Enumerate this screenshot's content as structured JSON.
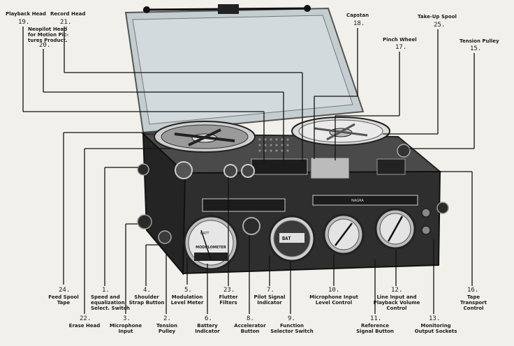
{
  "callouts": [
    {
      "id": "19",
      "number": "19.",
      "label": "Playback Head"
    },
    {
      "id": "21",
      "number": "21.",
      "label": "Record Head"
    },
    {
      "id": "20",
      "number": "20.",
      "label": "Neopilot Head\nfor Motion Pic-\ntures Product."
    },
    {
      "id": "18",
      "number": "18.",
      "label": "Capstan"
    },
    {
      "id": "25",
      "number": "25.",
      "label": "Take-Up Spool"
    },
    {
      "id": "17",
      "number": "17.",
      "label": "Pinch Wheel"
    },
    {
      "id": "15",
      "number": "15.",
      "label": "Tension Pulley"
    },
    {
      "id": "24",
      "number": "24.",
      "label": "Feed Spool\nTape"
    },
    {
      "id": "22",
      "number": "22.",
      "label": "Erase Head"
    },
    {
      "id": "1",
      "number": "1.",
      "label": "Speed and\nequalization\nSelect. Switch"
    },
    {
      "id": "3",
      "number": "3.",
      "label": "Microphone\nInput"
    },
    {
      "id": "4",
      "number": "4.",
      "label": "Shoulder\nStrap Button"
    },
    {
      "id": "2",
      "number": "2.",
      "label": "Tension\nPulley"
    },
    {
      "id": "5",
      "number": "5.",
      "label": "Modulation\nLevel Meter"
    },
    {
      "id": "6",
      "number": "6.",
      "label": "Battery\nIndicator"
    },
    {
      "id": "23",
      "number": "23.",
      "label": "Flutter\nFilters"
    },
    {
      "id": "8",
      "number": "8.",
      "label": "Accelerator\nButton"
    },
    {
      "id": "7",
      "number": "7.",
      "label": "Pilot Signal\nIndicator"
    },
    {
      "id": "9",
      "number": "9.",
      "label": "Function\nSelector Switch"
    },
    {
      "id": "10",
      "number": "10.",
      "label": "Microphone Input\nLevel Control"
    },
    {
      "id": "11",
      "number": "11.",
      "label": "Reference\nSignal Button"
    },
    {
      "id": "12",
      "number": "12.",
      "label": "Line Input and\nPlayback Volume\nControl"
    },
    {
      "id": "13",
      "number": "13.",
      "label": "Monitoring\nOutput Sockets"
    },
    {
      "id": "16",
      "number": "16.",
      "label": "Tape\nTransport\nControl"
    }
  ],
  "device": {
    "meter_text": "MODULOMETER",
    "panel_labels": [
      "BATT",
      "NAGRA"
    ],
    "selector_text": "BAT"
  },
  "colors": {
    "background": "#f2f0ea",
    "body": "#2a2a2a",
    "panel": "#3a3a3a",
    "chrome": "#cfcfcf",
    "lid": "#b9c3c6",
    "ink": "#111111"
  }
}
